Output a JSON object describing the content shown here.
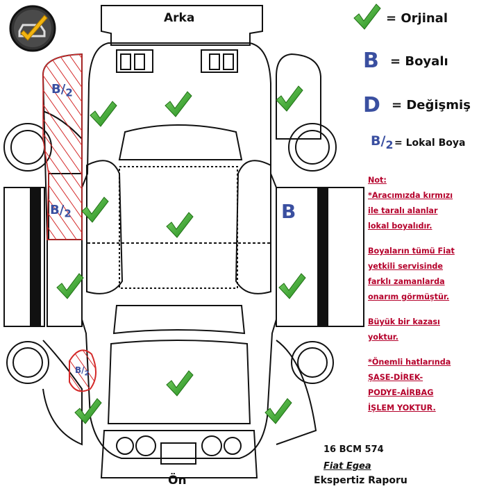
{
  "labels": {
    "rear": "Arka",
    "front": "Ön"
  },
  "legend": {
    "original": {
      "text": "= Orjinal"
    },
    "painted": {
      "symbol": "B",
      "text": "= Boyalı"
    },
    "replaced": {
      "symbol": "D",
      "text": "= Değişmiş"
    },
    "local_paint": {
      "symbol_main": "B",
      "symbol_sub": "2",
      "text": "= Lokal Boya"
    }
  },
  "marks": {
    "painted": "B",
    "local": "B",
    "local_sub": "2"
  },
  "notes": {
    "title": "Not:",
    "lines": [
      "*Aracımızda kırmızı",
      "ile taralı alanlar",
      "lokal boyalıdır.",
      "",
      "Boyaların tümü Fiat",
      "yetkili servisinde",
      "farklı zamanlarda",
      "onarım görmüştür.",
      "",
      "Büyük bir kazası",
      "yoktur.",
      "",
      "*Önemli hatlarında",
      "ŞASE-DİREK-",
      "PODYE-AİRBAG",
      "İŞLEM YOKTUR."
    ]
  },
  "car": {
    "plate": "16 BCM 574",
    "model": "Fiat Egea",
    "report": "Ekspertiz Raporu"
  },
  "colors": {
    "check": "#3aa62a",
    "check_dark": "#1f7a16",
    "hatch": "#d42a2a",
    "letter": "#3a4fa0",
    "note": "#b5002b"
  }
}
